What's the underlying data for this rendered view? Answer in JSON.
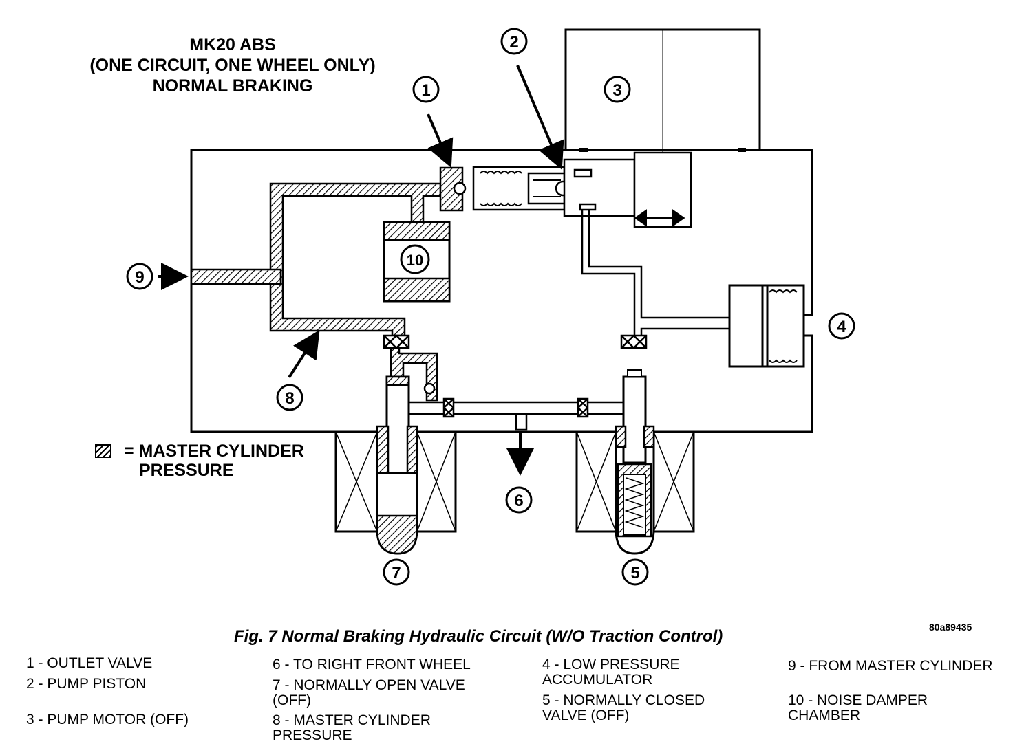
{
  "title": {
    "line1": "MK20 ABS",
    "line2": "(ONE CIRCUIT, ONE WHEEL ONLY)",
    "line3": "NORMAL BRAKING"
  },
  "legend": {
    "line1": "= MASTER CYLINDER",
    "line2": "PRESSURE"
  },
  "callouts": [
    "1",
    "2",
    "3",
    "4",
    "5",
    "6",
    "7",
    "8",
    "9",
    "10"
  ],
  "figure_code": "80a89435",
  "caption": "Fig. 7 Normal Braking Hydraulic Circuit (W/O Traction Control)",
  "key": {
    "k1": "1 - OUTLET VALVE",
    "k2": "2 - PUMP PISTON",
    "k3": "3 - PUMP MOTOR (OFF)",
    "k4": "4 - LOW PRESSURE\nACCUMULATOR",
    "k5": "5 - NORMALLY CLOSED\nVALVE (OFF)",
    "k6": "6 - TO RIGHT FRONT WHEEL",
    "k7": "7 - NORMALLY OPEN VALVE\n(OFF)",
    "k8": "8 - MASTER CYLINDER\nPRESSURE",
    "k9": "9 - FROM MASTER CYLINDER",
    "k10": "10 - NOISE DAMPER\nCHAMBER"
  }
}
